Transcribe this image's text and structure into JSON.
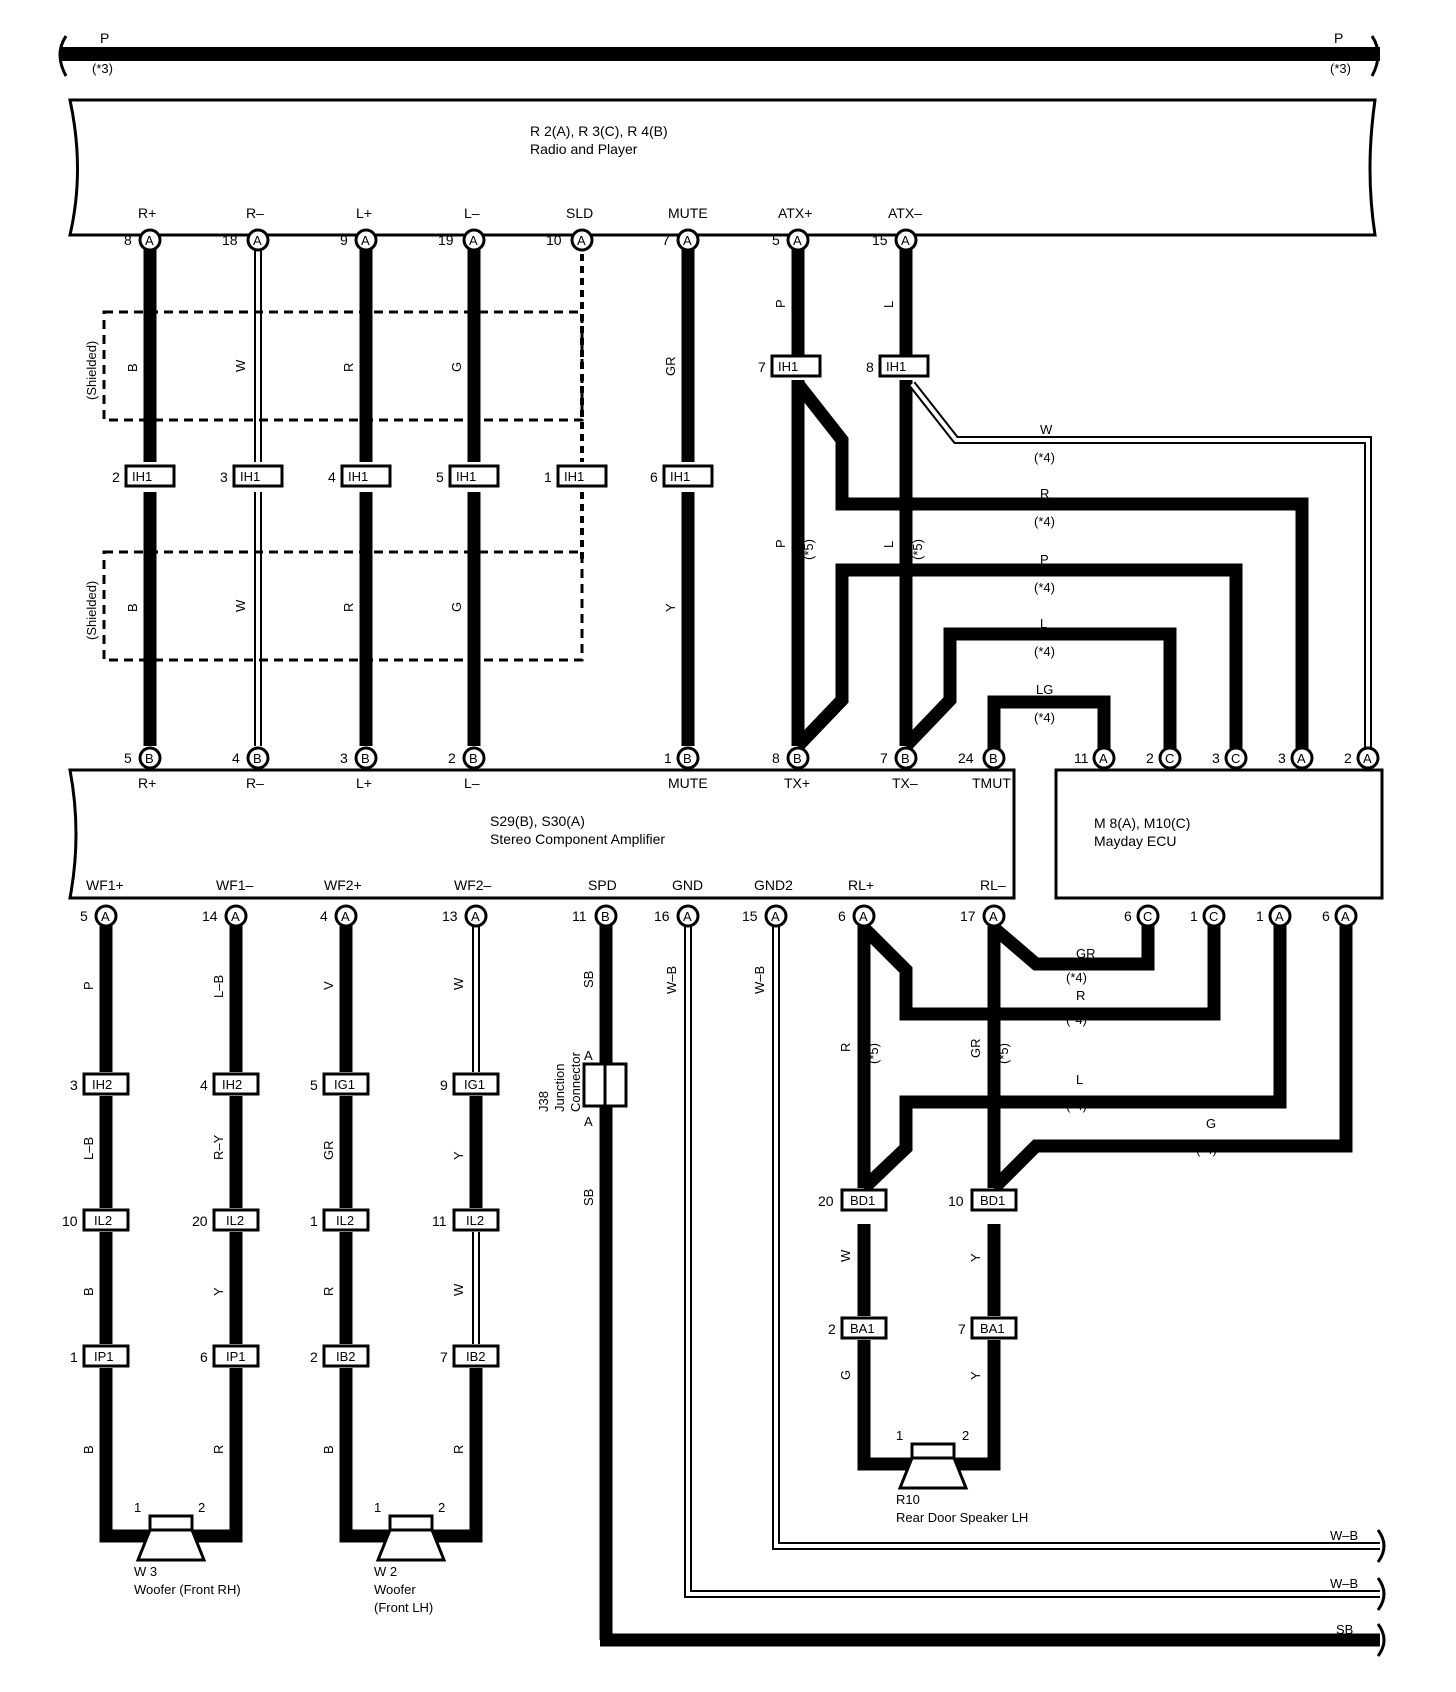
{
  "power_bus": {
    "label": "P",
    "note": "(*3)"
  },
  "radio": {
    "codes": "R 2(A), R 3(C), R 4(B)",
    "name": "Radio and Player",
    "pins": [
      {
        "name": "R+",
        "num": "8",
        "conn": "A"
      },
      {
        "name": "R–",
        "num": "18",
        "conn": "A"
      },
      {
        "name": "L+",
        "num": "9",
        "conn": "A"
      },
      {
        "name": "L–",
        "num": "19",
        "conn": "A"
      },
      {
        "name": "SLD",
        "num": "10",
        "conn": "A"
      },
      {
        "name": "MUTE",
        "num": "7",
        "conn": "A"
      },
      {
        "name": "ATX+",
        "num": "5",
        "conn": "A"
      },
      {
        "name": "ATX–",
        "num": "15",
        "conn": "A"
      }
    ]
  },
  "shield_label": "(Shielded)",
  "upper_wires": [
    "B",
    "W",
    "R",
    "G",
    "GR",
    "P",
    "L"
  ],
  "ih1_upper": [
    {
      "num": "7",
      "name": "IH1"
    },
    {
      "num": "8",
      "name": "IH1"
    }
  ],
  "ih1_mid": [
    {
      "num": "2",
      "name": "IH1"
    },
    {
      "num": "3",
      "name": "IH1"
    },
    {
      "num": "4",
      "name": "IH1"
    },
    {
      "num": "5",
      "name": "IH1"
    },
    {
      "num": "1",
      "name": "IH1"
    },
    {
      "num": "6",
      "name": "IH1"
    }
  ],
  "mid_wires": [
    "B",
    "W",
    "R",
    "G",
    "Y",
    "P",
    "(*5)",
    "L",
    "(*5)"
  ],
  "mayday_wires": [
    {
      "color": "W",
      "note": "(*4)"
    },
    {
      "color": "R",
      "note": "(*4)"
    },
    {
      "color": "P",
      "note": "(*4)"
    },
    {
      "color": "L",
      "note": "(*4)"
    },
    {
      "color": "LG",
      "note": "(*4)"
    }
  ],
  "amp": {
    "codes": "S29(B), S30(A)",
    "name": "Stereo Component Amplifier",
    "top_pins": [
      {
        "name": "R+",
        "num": "5",
        "conn": "B"
      },
      {
        "name": "R–",
        "num": "4",
        "conn": "B"
      },
      {
        "name": "L+",
        "num": "3",
        "conn": "B"
      },
      {
        "name": "L–",
        "num": "2",
        "conn": "B"
      },
      {
        "name": "MUTE",
        "num": "1",
        "conn": "B"
      },
      {
        "name": "TX+",
        "num": "8",
        "conn": "B"
      },
      {
        "name": "TX–",
        "num": "7",
        "conn": "B"
      },
      {
        "name": "TMUT",
        "num": "24",
        "conn": "B"
      }
    ],
    "bottom_pins": [
      {
        "name": "WF1+",
        "num": "5",
        "conn": "A"
      },
      {
        "name": "WF1–",
        "num": "14",
        "conn": "A"
      },
      {
        "name": "WF2+",
        "num": "4",
        "conn": "A"
      },
      {
        "name": "WF2–",
        "num": "13",
        "conn": "A"
      },
      {
        "name": "SPD",
        "num": "11",
        "conn": "B"
      },
      {
        "name": "GND",
        "num": "16",
        "conn": "A"
      },
      {
        "name": "GND2",
        "num": "15",
        "conn": "A"
      },
      {
        "name": "RL+",
        "num": "6",
        "conn": "A"
      },
      {
        "name": "RL–",
        "num": "17",
        "conn": "A"
      }
    ]
  },
  "mayday": {
    "codes": "M 8(A), M10(C)",
    "name": "Mayday ECU",
    "top_pins": [
      {
        "num": "11",
        "conn": "A"
      },
      {
        "num": "2",
        "conn": "C"
      },
      {
        "num": "3",
        "conn": "C"
      },
      {
        "num": "3",
        "conn": "A"
      },
      {
        "num": "2",
        "conn": "A"
      }
    ],
    "bottom_pins": [
      {
        "num": "6",
        "conn": "C"
      },
      {
        "num": "1",
        "conn": "C"
      },
      {
        "num": "1",
        "conn": "A"
      },
      {
        "num": "6",
        "conn": "A"
      }
    ]
  },
  "rear_wires": [
    {
      "color": "GR",
      "note": "(*4)"
    },
    {
      "color": "R",
      "note": "(*4)"
    },
    {
      "color": "L",
      "note": "(*4)"
    },
    {
      "color": "G",
      "note": "(*4)"
    }
  ],
  "rear_vertical": [
    "R",
    "(*5)",
    "GR",
    "(*5)",
    "W",
    "Y",
    "G",
    "Y"
  ],
  "woofer_chain": {
    "col1": {
      "w1": "P",
      "c1": {
        "num": "3",
        "name": "IH2"
      },
      "w2": "L–B",
      "c2": {
        "num": "10",
        "name": "IL2"
      },
      "w3": "B",
      "c3": {
        "num": "1",
        "name": "IP1"
      },
      "w4": "B"
    },
    "col2": {
      "w1": "L–B",
      "c1": {
        "num": "4",
        "name": "IH2"
      },
      "w2": "R–Y",
      "c2": {
        "num": "20",
        "name": "IL2"
      },
      "w3": "Y",
      "c3": {
        "num": "6",
        "name": "IP1"
      },
      "w4": "R"
    },
    "col3": {
      "w1": "V",
      "c1": {
        "num": "5",
        "name": "IG1"
      },
      "w2": "GR",
      "c2": {
        "num": "1",
        "name": "IL2"
      },
      "w3": "R",
      "c3": {
        "num": "2",
        "name": "IB2"
      },
      "w4": "B"
    },
    "col4": {
      "w1": "W",
      "c1": {
        "num": "9",
        "name": "IG1"
      },
      "w2": "Y",
      "c2": {
        "num": "11",
        "name": "IL2"
      },
      "w3": "W",
      "c3": {
        "num": "7",
        "name": "IB2"
      },
      "w4": "R"
    }
  },
  "junction": {
    "code": "J38",
    "name1": "Junction",
    "name2": "Connector",
    "pin": "A",
    "wire_top": "SB",
    "wire_bottom": "SB"
  },
  "gnd_wires": [
    "W–B",
    "W–B"
  ],
  "bd1": [
    {
      "num": "20",
      "name": "BD1"
    },
    {
      "num": "10",
      "name": "BD1"
    }
  ],
  "ba1": [
    {
      "num": "2",
      "name": "BA1"
    },
    {
      "num": "7",
      "name": "BA1"
    }
  ],
  "speakers": {
    "w3": {
      "code": "W 3",
      "name": "Woofer (Front RH)",
      "p1": "1",
      "p2": "2"
    },
    "w2": {
      "code": "W 2",
      "name1": "Woofer",
      "name2": "(Front LH)",
      "p1": "1",
      "p2": "2"
    },
    "r10": {
      "code": "R10",
      "name": "Rear Door Speaker LH",
      "p1": "1",
      "p2": "2"
    }
  },
  "bottom_bus": [
    "W–B",
    "W–B",
    "SB"
  ]
}
